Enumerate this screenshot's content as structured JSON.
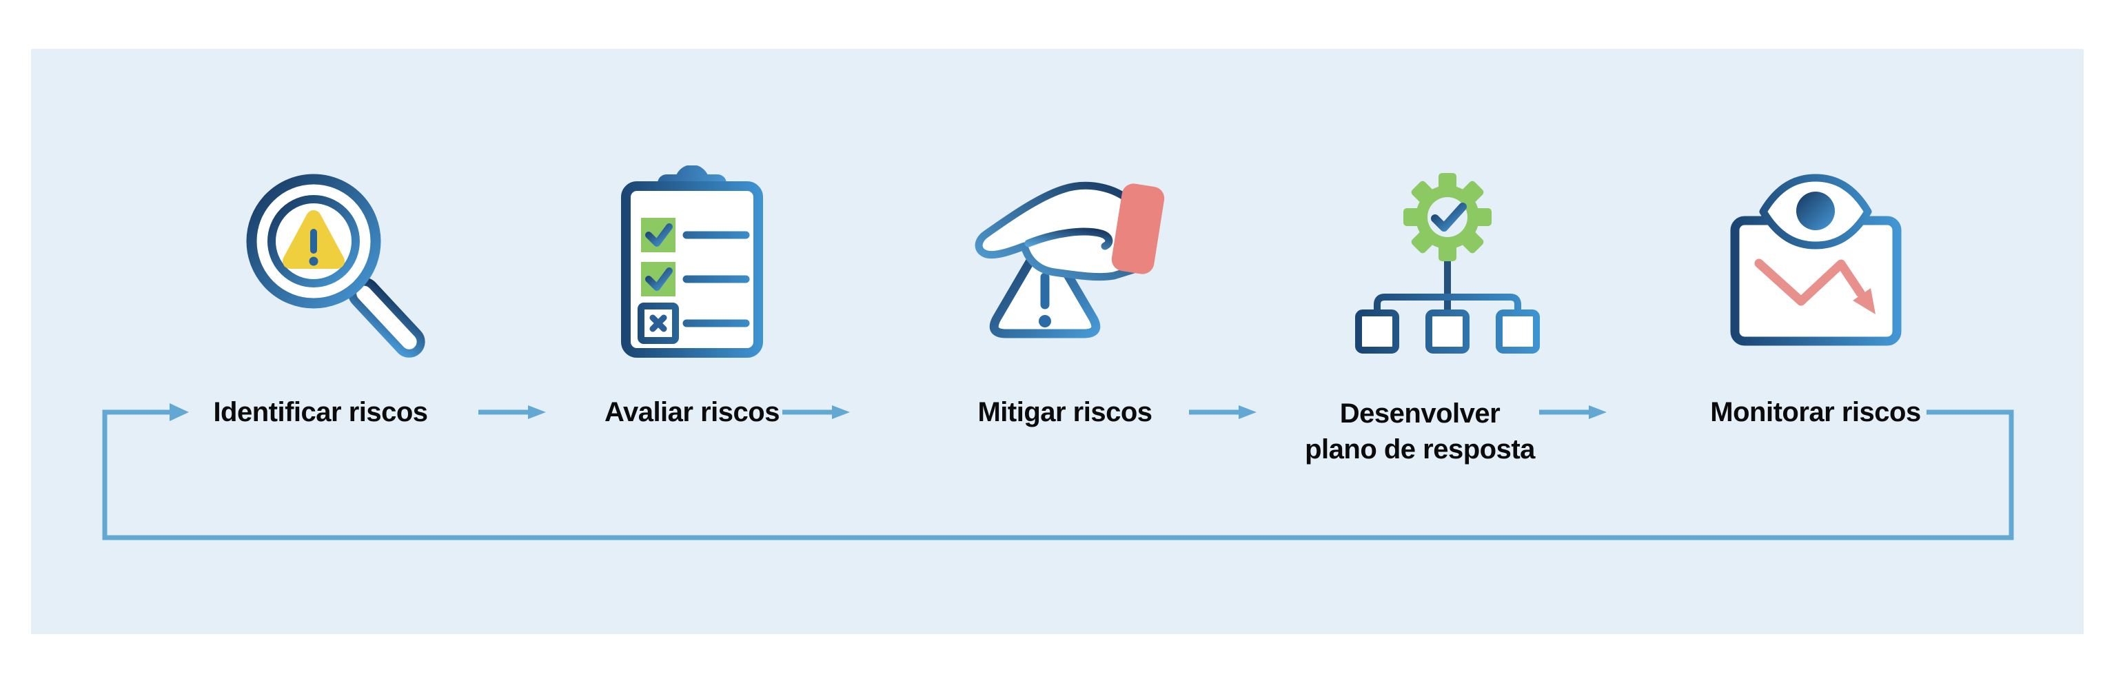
{
  "diagram": {
    "type": "process-cycle",
    "language": "pt-BR",
    "steps": [
      {
        "id": 1,
        "label": "Identificar riscos",
        "icon": "magnifier-warning-icon"
      },
      {
        "id": 2,
        "label": "Avaliar riscos",
        "icon": "clipboard-checklist-icon"
      },
      {
        "id": 3,
        "label": "Mitigar riscos",
        "icon": "hand-over-warning-icon"
      },
      {
        "id": 4,
        "label": "Desenvolver plano de resposta",
        "line1": "Desenvolver",
        "line2": "plano de resposta",
        "icon": "gear-hierarchy-icon"
      },
      {
        "id": 5,
        "label": "Monitorar riscos",
        "icon": "eye-chart-monitor-icon"
      }
    ],
    "flow": {
      "connector": "arrow",
      "feedback_loop": "from Monitorar riscos back to Identificar riscos along the bottom"
    },
    "colors": {
      "page_background": "#FFFFFF",
      "panel_background": "#E4EFF8",
      "arrow_blue": "#63A8D3",
      "icon_gradient_dark": "#16375F",
      "icon_gradient_light": "#4799D6",
      "accent_yellow": "#EFCF3E",
      "accent_green": "#8DC963",
      "accent_salmon": "#E9847E",
      "chart_salmon": "#E8908B",
      "label_text": "#0B0B0C"
    }
  }
}
